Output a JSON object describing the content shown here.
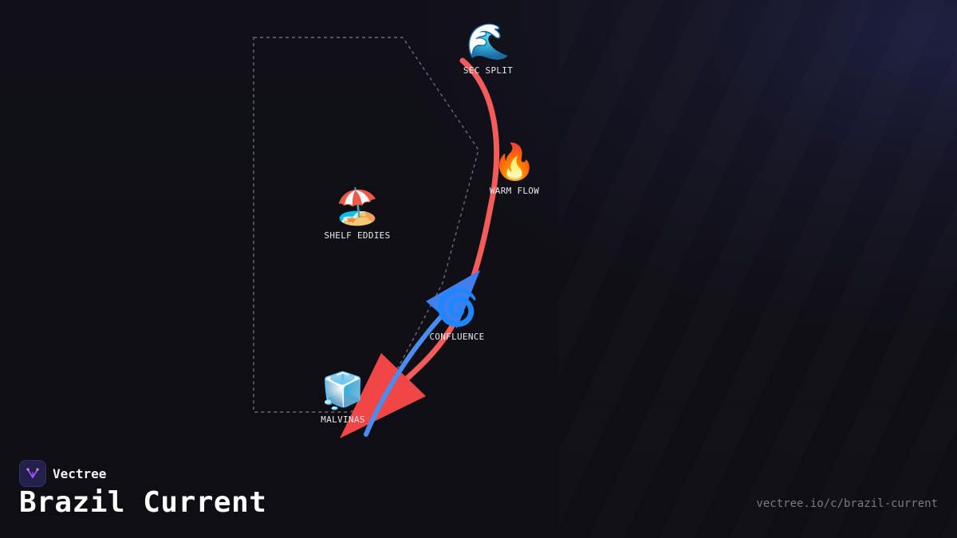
{
  "brand": {
    "name": "Vectree",
    "accent": "#a64dff"
  },
  "title": "Brazil Current",
  "url": "vectree.io/c/brazil-current",
  "colors": {
    "warm_current": "#f45b5b",
    "cold_current": "#4a8cf0",
    "region_outline": "#6b6b78"
  },
  "nodes": [
    {
      "id": "sec-split",
      "label": "SEC SPLIT",
      "icon": "water-wave-icon",
      "glyph": "🌊"
    },
    {
      "id": "warm-flow",
      "label": "WARM FLOW",
      "icon": "fire-icon",
      "glyph": "🔥"
    },
    {
      "id": "shelf-eddies",
      "label": "SHELF EDDIES",
      "icon": "beach-umbrella-icon",
      "glyph": "🏖️"
    },
    {
      "id": "confluence",
      "label": "CONFLUENCE",
      "icon": "cyclone-icon",
      "glyph": "🌀"
    },
    {
      "id": "malvinas",
      "label": "MALVINAS",
      "icon": "ice-cube-icon",
      "glyph": "🧊"
    }
  ]
}
